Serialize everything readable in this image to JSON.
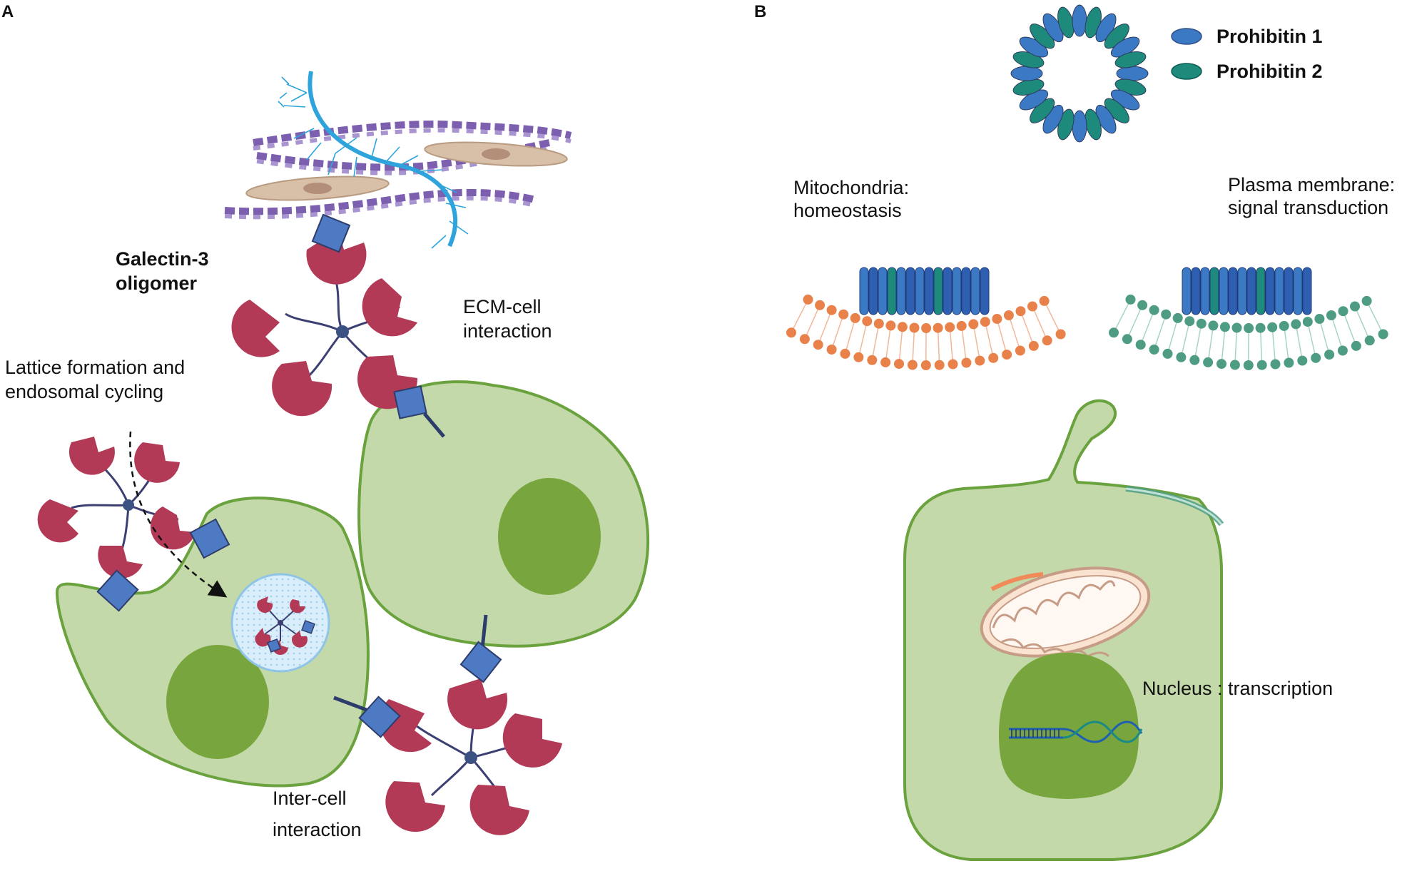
{
  "panels": {
    "a": {
      "letter": "A",
      "galectin_label": [
        "Galectin-3",
        "oligomer"
      ],
      "ecm_label": [
        "ECM-cell",
        "interaction"
      ],
      "lattice_label": [
        "Lattice formation and",
        "endosomal cycling"
      ],
      "intercell_label": [
        "Inter-cell",
        "interaction"
      ]
    },
    "b": {
      "letter": "B",
      "legend": [
        {
          "name": "Prohibitin 1",
          "color": "#3c79c4"
        },
        {
          "name": "Prohibitin 2",
          "color": "#1d8a7c"
        }
      ],
      "mito_label": [
        "Mitochondria:",
        "homeostasis"
      ],
      "pm_label": [
        "Plasma membrane:",
        "signal transduction"
      ],
      "nucleus_label": "Nucleus : transcription"
    }
  },
  "colors": {
    "cell_fill": "#c4d9a9",
    "cell_stroke": "#6aa23e",
    "nucleus": "#78a53d",
    "galectin": "#b23a57",
    "glycan": "#4e79c3",
    "linker": "#3c3f72",
    "mito_lipid": "#e8824a",
    "pm_lipid": "#4f9c85",
    "collagen": "#7d5fb0",
    "fibronectin": "#2fa4dc",
    "fibroblast": "#d8bfa8"
  }
}
